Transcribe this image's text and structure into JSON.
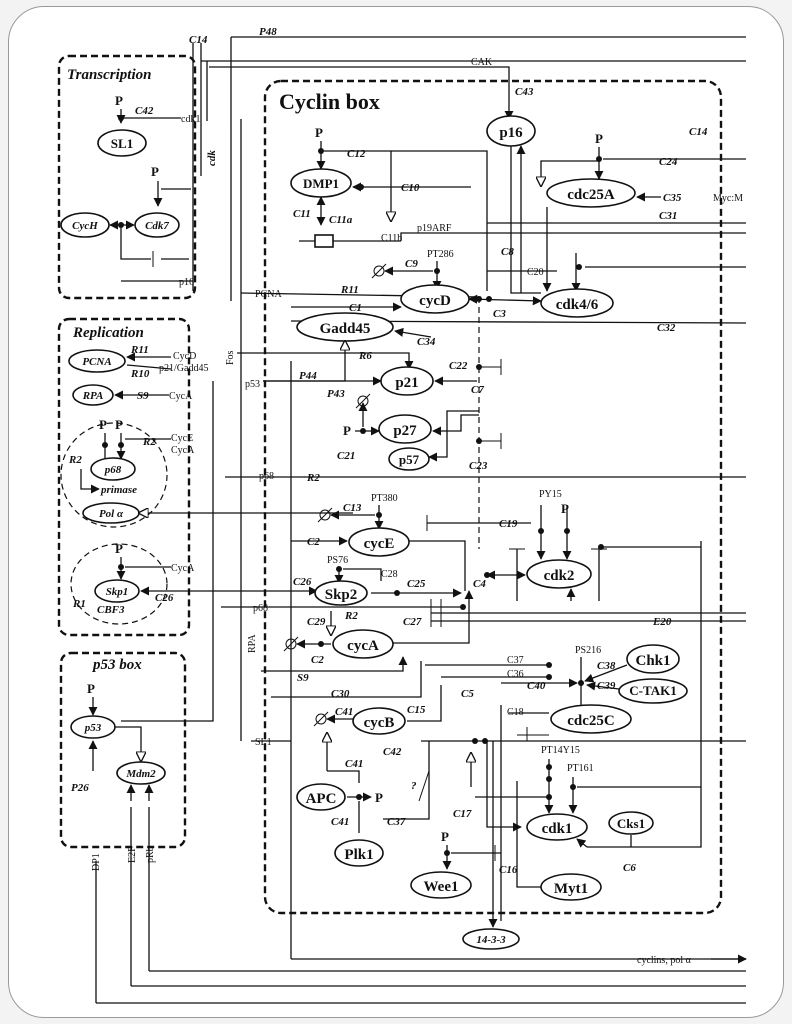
{
  "boxes": {
    "transcription": "Transcription",
    "replication": "Replication",
    "p53box": "p53 box",
    "cyclinbox": "Cyclin box"
  },
  "nodes": {
    "sl1": "SL1",
    "cych": "CycH",
    "cdk7": "Cdk7",
    "pcna": "PCNA",
    "rpa": "RPA",
    "p68": "p68",
    "primase": "primase",
    "pola": "Pol α",
    "skp1": "Skp1",
    "cbf3": "CBF3",
    "p53": "p53",
    "mdm2": "Mdm2",
    "p16": "p16",
    "dmp1": "DMP1",
    "cdc25a": "cdc25A",
    "cycd": "cycD",
    "cdk46": "cdk4/6",
    "gadd45": "Gadd45",
    "p21": "p21",
    "p27": "p27",
    "p57": "p57",
    "cyce": "cycE",
    "skp2": "Skp2",
    "cdk2": "cdk2",
    "cyca": "cycA",
    "chk1": "Chk1",
    "ctak1": "C-TAK1",
    "cdc25c": "cdc25C",
    "cycb": "cycB",
    "apc": "APC",
    "plk1": "Plk1",
    "cdk1": "cdk1",
    "cks1": "Cks1",
    "wee1": "Wee1",
    "myt1": "Myt1",
    "p1433": "14-3-3"
  },
  "labels": {
    "c14a": "C14",
    "p48": "P48",
    "cak": "CAK",
    "c43": "C43",
    "c14b": "C14",
    "c42a": "C42",
    "cdk1a": "cdk1",
    "cdk_v": "cdk",
    "p16lbl": "p16",
    "c12": "C12",
    "c10": "C10",
    "c11": "C11",
    "c11a": "C11a",
    "c11b": "C11b",
    "p19arf": "p19ARF",
    "c24": "C24",
    "c35": "C35",
    "mycmax": "Myc:M",
    "c31": "C31",
    "c8": "C8",
    "c20": "C20",
    "pt286": "PT286",
    "c9": "C9",
    "r11a": "R11",
    "pcnaTop": "PCNA",
    "c1": "C1",
    "c3": "C3",
    "c32": "C32",
    "fos": "Fos",
    "r11b": "R11",
    "cycd_rep": "CycD",
    "r10": "R10",
    "p21g": "p21/Gadd45",
    "s9": "S9",
    "cyca_rep": "CycA",
    "r2a": "R2",
    "cyce_rep": "CycE",
    "cyca_rep2": "CycA",
    "r2b": "R2",
    "c34": "C34",
    "r6": "R6",
    "p53lbl": "p53",
    "p44": "P44",
    "p43": "P43",
    "c22": "C22",
    "c7": "C7",
    "p68a": "p68",
    "r2c": "R2",
    "c21": "C21",
    "c23": "C23",
    "pt380": "PT380",
    "c13": "C13",
    "py15": "PY15",
    "c19": "C19",
    "c2": "C2",
    "ps76": "PS76",
    "c28": "C28",
    "c26a": "C26",
    "c25": "C25",
    "c4": "C4",
    "cyca_sk": "CycA",
    "r1": "R1",
    "c26b": "C26",
    "p68b": "p68",
    "r2d": "R2",
    "c27": "C27",
    "e20": "E20",
    "c29": "C29",
    "c2b": "C2",
    "rpa_v": "RPA",
    "s9b": "S9",
    "c30": "C30",
    "ps216": "PS216",
    "c37a": "C37",
    "c36": "C36",
    "c38": "C38",
    "c40": "C40",
    "c39": "C39",
    "c5": "C5",
    "c18": "C18",
    "c41a": "C41",
    "c15": "C15",
    "sl1b": "SL1",
    "c42b": "C42",
    "pt14y15": "PT14Y15",
    "pt161": "PT161",
    "c41b": "C41",
    "q": "?",
    "c17": "C17",
    "c41c": "C41",
    "c37b": "C37",
    "c6": "C6",
    "c16": "C16",
    "p26": "P26",
    "dp1": "DP1",
    "e2f": "E2F",
    "prb": "pRb",
    "cyclinspola": "cyclins, pol α",
    "p": "P"
  }
}
